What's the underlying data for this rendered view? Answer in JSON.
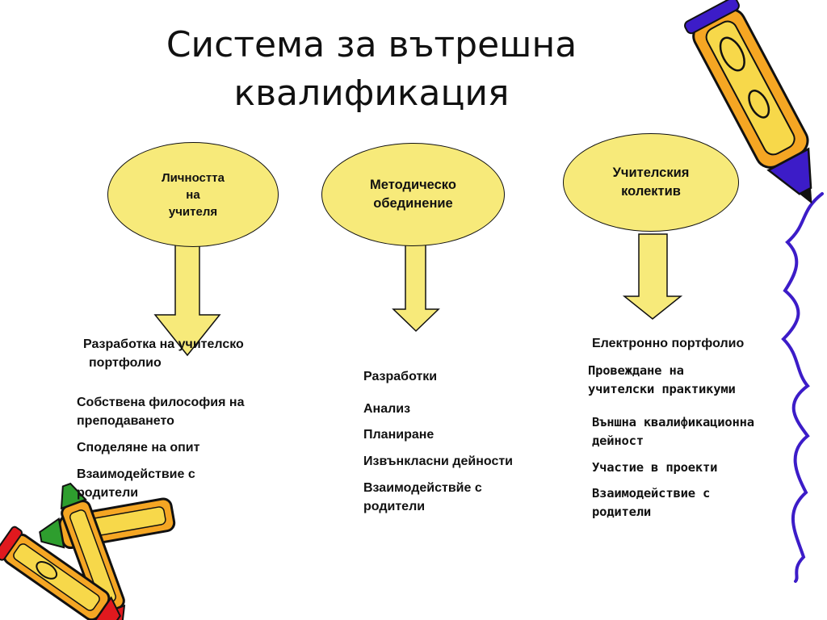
{
  "title": {
    "line1": "Система за вътрешна",
    "line2": "квалификация"
  },
  "colors": {
    "ellipse_fill": "#F7EA7A",
    "arrow_fill": "#F7EA7A",
    "crayon_orange": "#F5A623",
    "crayon_yellow": "#F7D84A",
    "squiggle_blue": "#3C1CC8",
    "pencil_red": "#E0191E",
    "pencil_green": "#2E9E2E"
  },
  "nodes": [
    {
      "lines": [
        "Личността",
        "на",
        "учителя"
      ]
    },
    {
      "lines": [
        "Методическо",
        "обединение"
      ]
    },
    {
      "lines": [
        "Учителския",
        "колектив"
      ]
    }
  ],
  "left": {
    "heading": [
      "Разработка на учителско",
      "портфолио"
    ],
    "items": [
      "Собствена философия на",
      "преподаването",
      "Споделяне на опит",
      "Взаимодействие с",
      "родители"
    ]
  },
  "middle": {
    "items": [
      "Разработки",
      "Анализ",
      "Планиране",
      "Извънкласни дейности",
      "Взаимодействйе с",
      "родители"
    ]
  },
  "right": {
    "heading": "Електронно портфолио",
    "items": [
      "Провеждане на",
      "учителски практикуми",
      "Външна квалификационна",
      "дейност",
      "Участие в проекти",
      "Взаимодействие с",
      "родители"
    ]
  },
  "icons": {
    "top_right": "pencil-icon",
    "bottom_left": "crayons-icon",
    "right_edge": "squiggle-line-icon"
  }
}
